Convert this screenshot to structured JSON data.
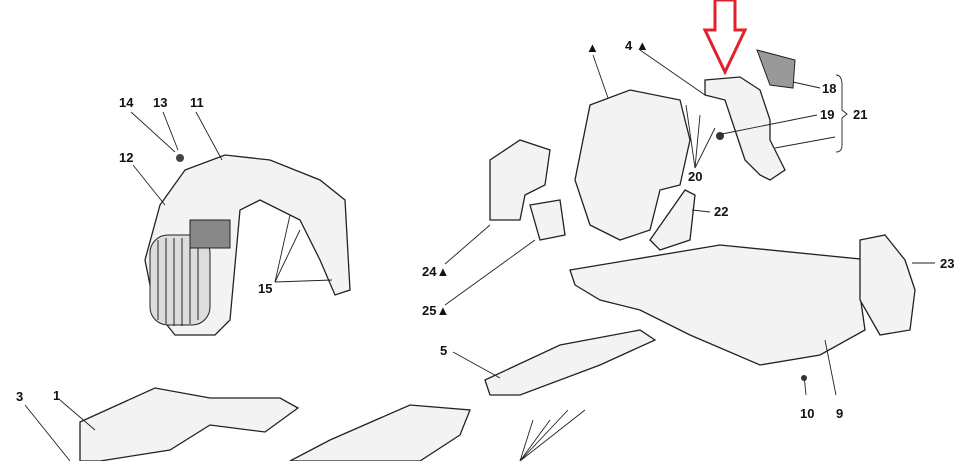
{
  "diagram": {
    "labels": {
      "l14": "14",
      "l13": "13",
      "l11": "11",
      "l12": "12",
      "l15": "15",
      "tri_top": "▲",
      "l4": "4 ▲",
      "l18": "18",
      "l19": "19",
      "l21": "21",
      "l20": "20",
      "l22": "22",
      "l23": "23",
      "l24": "24▲",
      "l25": "25▲",
      "l5": "5",
      "l3": "3",
      "l1": "1",
      "l10": "10",
      "l9": "9"
    },
    "highlight_color": "#e0202a"
  }
}
